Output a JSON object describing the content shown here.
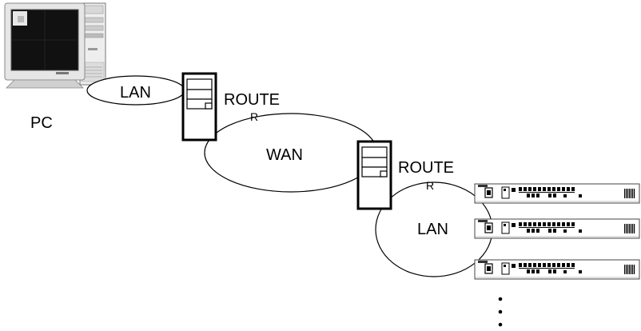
{
  "labels": {
    "lan_top": "LAN",
    "route_top": "ROUTE",
    "route_top_cut": "R",
    "pc": "PC",
    "wan": "WAN",
    "route_bottom": "ROUTE",
    "route_bottom_cut": "R",
    "lan_bottom": "LAN"
  },
  "switch_count_shown": 3,
  "ellipsis_dots": 3
}
